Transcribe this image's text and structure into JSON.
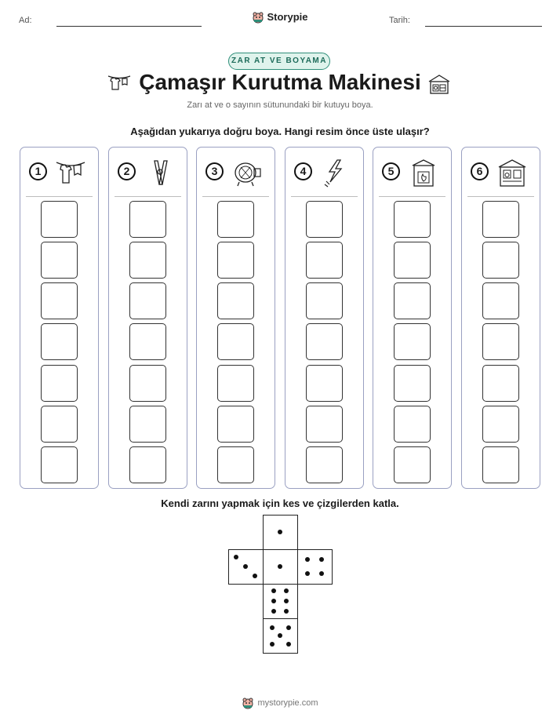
{
  "header": {
    "name_label": "Ad:",
    "date_label": "Tarih:",
    "brand": "Storypie"
  },
  "badge": "ZAR AT VE BOYAMA",
  "title": "Çamaşır Kurutma Makinesi",
  "subtitle": "Zarı at ve o sayının sütunundaki bir kutuyu boya.",
  "instruction": "Aşağıdan yukarıya doğru boya. Hangi resim önce üste ulaşır?",
  "columns": [
    {
      "number": "1",
      "icon": "laundry-line-icon"
    },
    {
      "number": "2",
      "icon": "clothespin-icon"
    },
    {
      "number": "3",
      "icon": "dryer-drum-icon"
    },
    {
      "number": "4",
      "icon": "lightning-plug-icon"
    },
    {
      "number": "5",
      "icon": "stove-heater-icon"
    },
    {
      "number": "6",
      "icon": "laundry-room-icon"
    }
  ],
  "boxes_per_column": 7,
  "dice_instruction": "Kendi zarını yapmak için kes ve çizgilerden katla.",
  "dice_faces": [
    1,
    3,
    1,
    4,
    6,
    5
  ],
  "footer": "mystorypie.com"
}
